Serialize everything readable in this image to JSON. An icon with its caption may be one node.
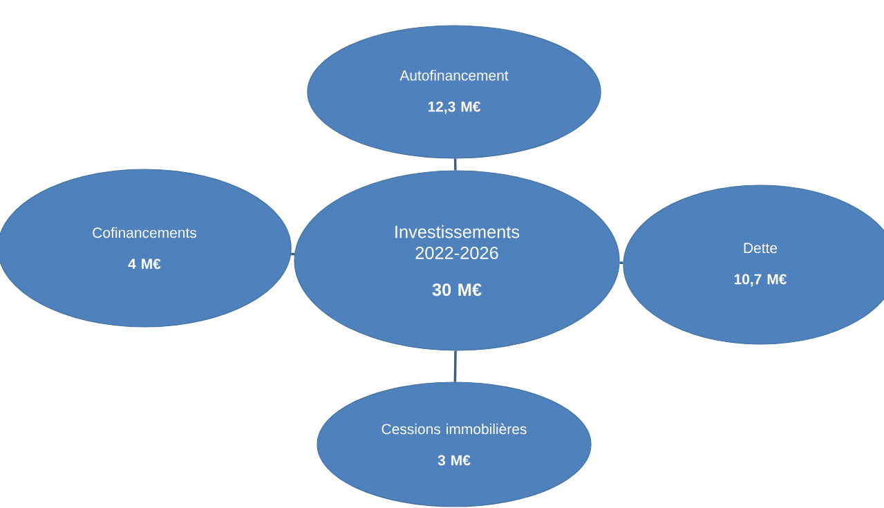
{
  "diagram": {
    "nodes": [
      {
        "text": [
          "Investissements 2022-2026",
          "30 M€"
        ]
      },
      {
        "text": [
          "Autofinancement",
          "12,3 M€"
        ]
      },
      {
        "text": [
          "Cofinancements",
          "4 M€"
        ]
      },
      {
        "text": [
          "Dette",
          "10,7 M€"
        ]
      },
      {
        "text": [
          "Cessions immobilières",
          "3 M€"
        ]
      }
    ],
    "edges": [
      {
        "from": 0,
        "to": 1,
        "arrow": "none"
      },
      {
        "from": 0,
        "to": 2,
        "arrow": "none"
      },
      {
        "from": 0,
        "to": 3,
        "arrow": "none"
      },
      {
        "from": 0,
        "to": 4,
        "arrow": "none"
      }
    ]
  }
}
